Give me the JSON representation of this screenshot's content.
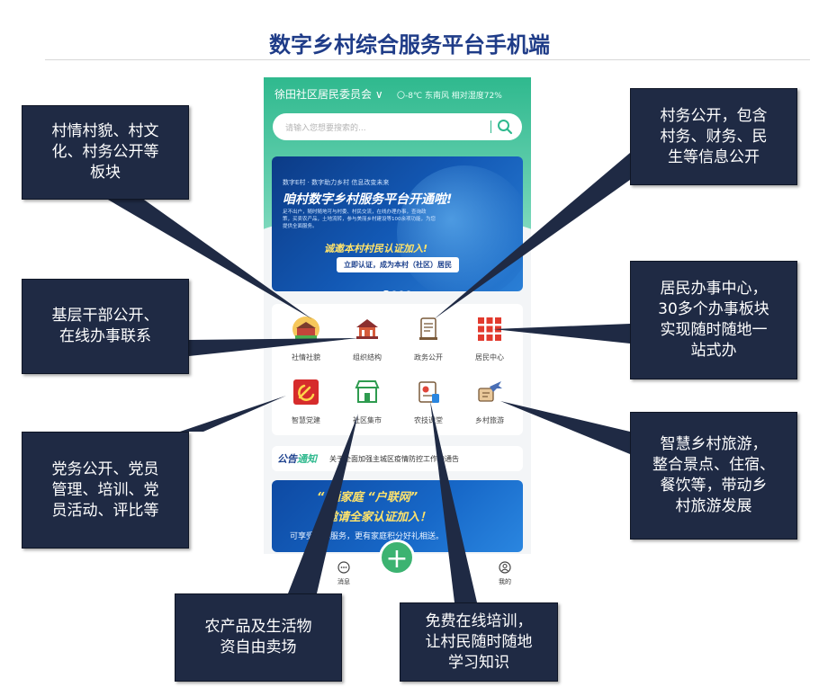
{
  "title": "数字乡村综合服务平台手机端",
  "phone": {
    "header": {
      "locale": "徐田社区居民委员会 ∨",
      "weather": "〇-8℃ 东南风 相对湿度72%"
    },
    "search": {
      "placeholder": "请输入您想要搜索的..."
    },
    "banner": {
      "tagline": "数字E村 · 数字助力乡村  信息改变未来",
      "headline": "咱村数字乡村服务平台开通啦!",
      "paragraph": "足不出户，随时随地可与村委、村民交流，在线办理办事，查询政策，买卖农产品，土地流转，参与美丽乡村建设等100余项功能，为您提供全面服务。",
      "cta": "诚邀本村村民认证加入!",
      "button": "立即认证，成为本村（社区）居民"
    },
    "grid": [
      {
        "label": "社情社貌",
        "icon": "village-icon"
      },
      {
        "label": "组织结构",
        "icon": "organization-icon"
      },
      {
        "label": "政务公开",
        "icon": "document-icon"
      },
      {
        "label": "居民中心",
        "icon": "grid-icon"
      },
      {
        "label": "智慧党建",
        "icon": "party-emblem-icon"
      },
      {
        "label": "社区集市",
        "icon": "market-store-icon"
      },
      {
        "label": "农技课堂",
        "icon": "classroom-icon"
      },
      {
        "label": "乡村旅游",
        "icon": "travel-icon"
      }
    ],
    "notice": {
      "badge_a": "公告",
      "badge_b": "通知",
      "text": "关于全面加强主城区疫情防控工作的通告"
    },
    "banner2": {
      "line1": "“ 通家庭 “户联网” ",
      "line2": "邀请全家认证加入！",
      "line3": "可享受贴心服务，更有家庭积分好礼相送。"
    },
    "tabs": {
      "messages": "消息",
      "mine": "我的",
      "add": "+"
    }
  },
  "callouts": {
    "c1": [
      "村情村貌、村文",
      "化、村务公开等",
      "板块"
    ],
    "c2": [
      "基层干部公开、",
      "在线办事联系"
    ],
    "c3": [
      "党务公开、党员",
      "管理、培训、党",
      "员活动、评比等"
    ],
    "c4": [
      "农产品及生活物",
      "资自由卖场"
    ],
    "c5": [
      "免费在线培训，",
      "让村民随时随地",
      "学习知识"
    ],
    "c6": [
      "村务公开，包含",
      "村务、财务、民",
      "生等信息公开"
    ],
    "c7": [
      "居民办事中心，",
      "30多个办事板块",
      "实现随时随地一",
      "站式办"
    ],
    "c8": [
      "智慧乡村旅游，",
      "整合景点、住宿、",
      "餐饮等，带动乡",
      "村旅游发展"
    ]
  },
  "colors": {
    "callout_bg": "#1f2a44",
    "title": "#1f3c88",
    "header_green": "#2fb98e",
    "party_red": "#d62c2c",
    "grid_red": "#e23a2e"
  }
}
